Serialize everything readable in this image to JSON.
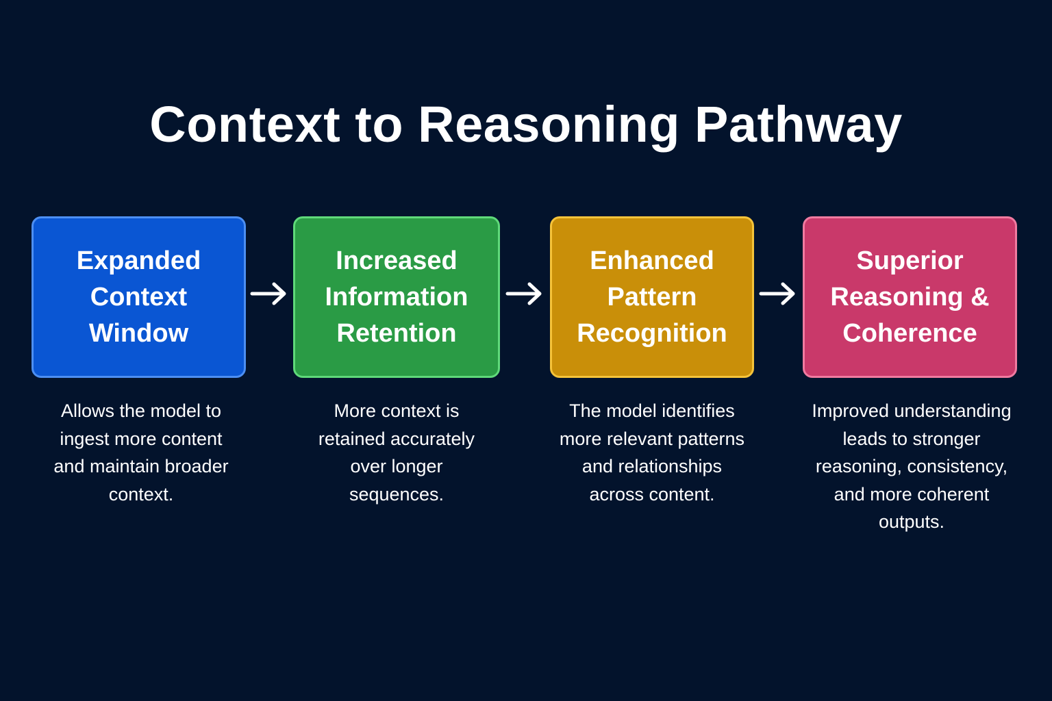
{
  "title": "Context to Reasoning Pathway",
  "steps": [
    {
      "label_lines": [
        "Expanded",
        "Context",
        "Window"
      ],
      "description_lines": [
        "Allows the model to",
        "ingest more content",
        "and maintain broader",
        "context."
      ],
      "color": "#0a56d3",
      "border_color": "#4d8ff2"
    },
    {
      "label_lines": [
        "Increased",
        "Information",
        "Retention"
      ],
      "description_lines": [
        "More context is",
        "retained accurately",
        "over longer",
        "sequences."
      ],
      "color": "#2a9b45",
      "border_color": "#5fd97a"
    },
    {
      "label_lines": [
        "Enhanced",
        "Pattern",
        "Recognition"
      ],
      "description_lines": [
        "The model identifies",
        "more relevant patterns",
        "and relationships",
        "across content."
      ],
      "color": "#c98f09",
      "border_color": "#f5c33a"
    },
    {
      "label_lines": [
        "Superior",
        "Reasoning &",
        "Coherence"
      ],
      "description_lines": [
        "Improved understanding",
        "leads to stronger",
        "reasoning, consistency,",
        "and more coherent",
        "outputs."
      ],
      "color": "#c9396a",
      "border_color": "#f07aa0"
    }
  ],
  "arrow_icon": "arrow-right-icon",
  "background_color": "#03132c"
}
